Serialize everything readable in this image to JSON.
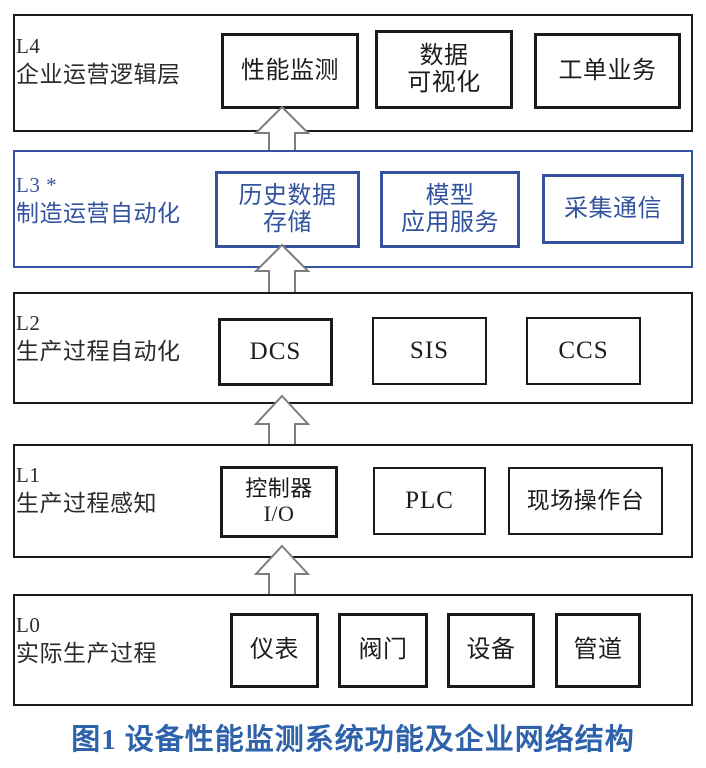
{
  "figure": {
    "caption_label": "图1",
    "caption_text": "设备性能监测系统功能及企业网络结构",
    "caption_color": "#2e62ab",
    "highlight_color": "#33539e",
    "default_color": "#1a1a1a"
  },
  "layers": [
    {
      "id": "L4",
      "code": "L4",
      "name": "企业运营逻辑层",
      "highlighted": false,
      "modules": [
        {
          "label": "性能监测",
          "emphasis": "thick"
        },
        {
          "label": "数据\n可视化",
          "emphasis": "thick"
        },
        {
          "label": "工单业务",
          "emphasis": "thick"
        }
      ]
    },
    {
      "id": "L3",
      "code": "L3 *",
      "name": "制造运营自动化",
      "highlighted": true,
      "modules": [
        {
          "label": "历史数据\n存储",
          "emphasis": "thick"
        },
        {
          "label": "模型\n应用服务",
          "emphasis": "thick"
        },
        {
          "label": "采集通信",
          "emphasis": "thick"
        }
      ]
    },
    {
      "id": "L2",
      "code": "L2",
      "name": "生产过程自动化",
      "highlighted": false,
      "modules": [
        {
          "label": "DCS",
          "emphasis": "thick"
        },
        {
          "label": "SIS",
          "emphasis": "thin"
        },
        {
          "label": "CCS",
          "emphasis": "thin"
        }
      ]
    },
    {
      "id": "L1",
      "code": "L1",
      "name": "生产过程感知",
      "highlighted": false,
      "modules": [
        {
          "label": "控制器\nI/O",
          "emphasis": "thick"
        },
        {
          "label": "PLC",
          "emphasis": "thin"
        },
        {
          "label": "现场操作台",
          "emphasis": "thin"
        }
      ]
    },
    {
      "id": "L0",
      "code": "L0",
      "name": "实际生产过程",
      "highlighted": false,
      "modules": [
        {
          "label": "仪表",
          "emphasis": "thick"
        },
        {
          "label": "阀门",
          "emphasis": "thick"
        },
        {
          "label": "设备",
          "emphasis": "thick"
        },
        {
          "label": "管道",
          "emphasis": "thick"
        }
      ]
    }
  ],
  "arrows": [
    {
      "from": "L3",
      "to": "L4",
      "direction": "up"
    },
    {
      "from": "L2",
      "to": "L3",
      "direction": "up"
    },
    {
      "from": "L1",
      "to": "L2",
      "direction": "up"
    },
    {
      "from": "L0",
      "to": "L1",
      "direction": "up"
    }
  ]
}
